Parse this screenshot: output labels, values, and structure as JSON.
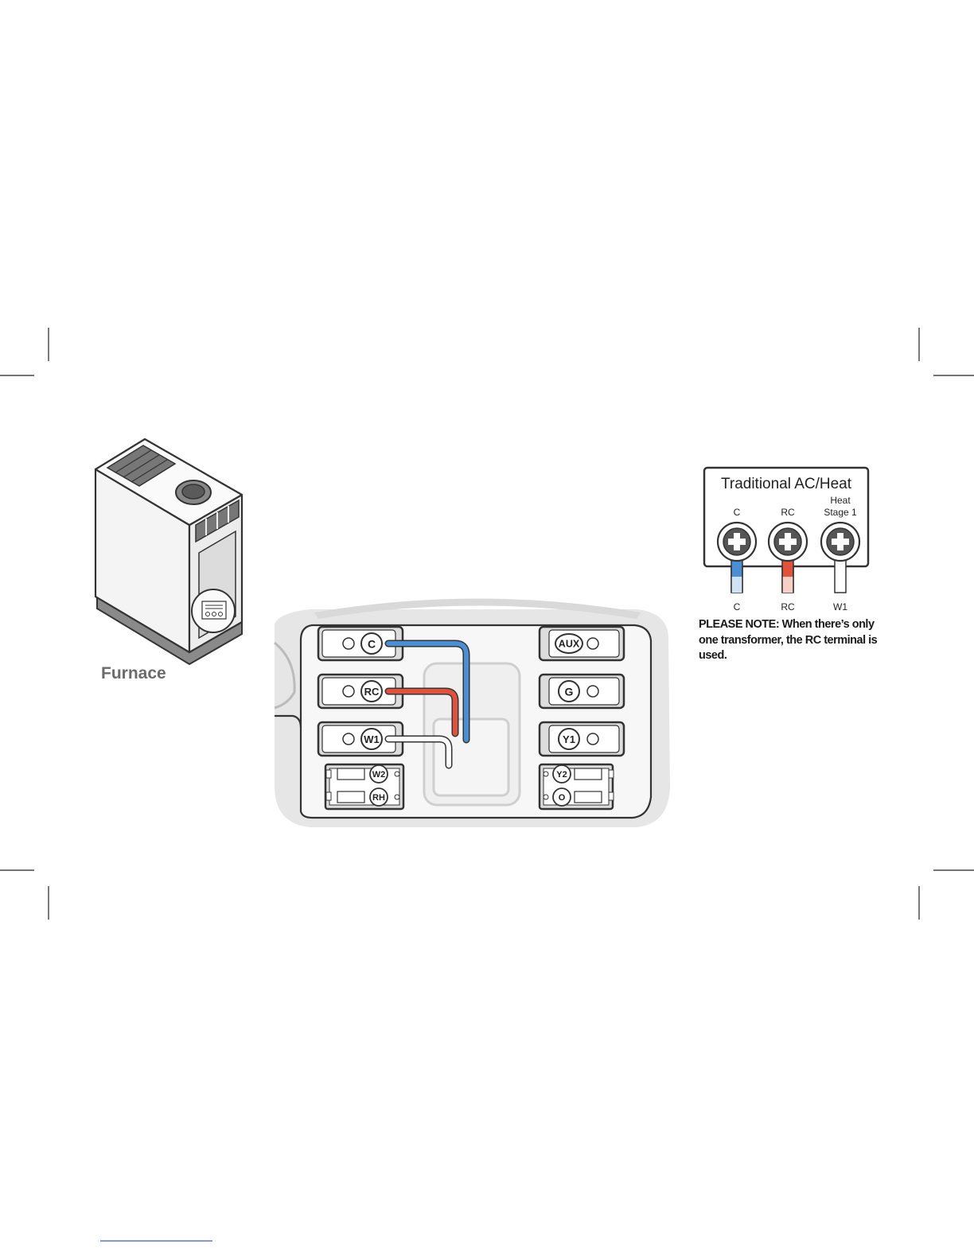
{
  "furnace": {
    "label": "Furnace"
  },
  "board": {
    "left_terminals": [
      "C",
      "RC",
      "W1"
    ],
    "left_small_terminals": [
      "W2",
      "RH"
    ],
    "right_terminals": [
      "AUX",
      "G",
      "Y1"
    ],
    "right_small_terminals": [
      "Y2",
      "O"
    ]
  },
  "legend": {
    "title": "Traditional AC/Heat",
    "terminals": [
      {
        "label": "C",
        "wire_label": "C",
        "color": "#4a8fd4"
      },
      {
        "label": "RC",
        "wire_label": "RC",
        "color": "#e0523b"
      },
      {
        "label_line1": "Heat",
        "label_line2": "Stage 1",
        "wire_label": "W1",
        "color": "#ffffff"
      }
    ],
    "note": "PLEASE NOTE:  When there’s only one transformer, the RC terminal is used."
  },
  "colors": {
    "wire_c": "#4a8fd4",
    "wire_rc": "#e0523b",
    "wire_w1": "#ffffff",
    "outline": "#333333",
    "panel_gray": "#e6e6e6"
  }
}
